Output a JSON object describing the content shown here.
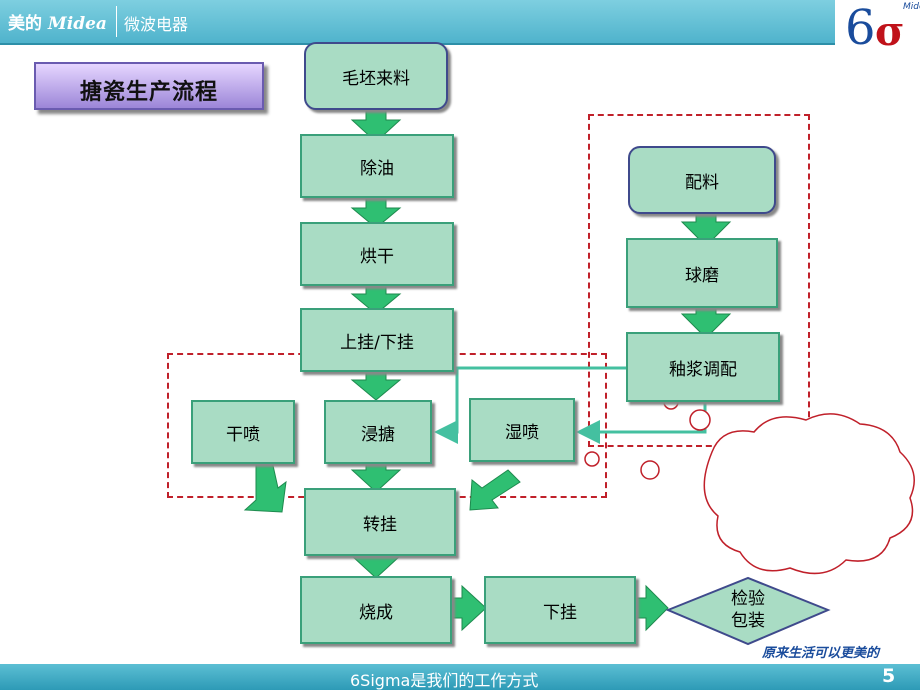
{
  "header": {
    "brand": "美的",
    "brand_mark": "Midea",
    "department": "微波电器",
    "logo": "6σ",
    "logo_brand": "Midea"
  },
  "title": "搪瓷生产流程",
  "nodes": {
    "maopi": "毛坯来料",
    "chuyou": "除油",
    "honggan": "烘干",
    "guagua": "上挂/下挂",
    "ganpen": "干喷",
    "jintang": "浸搪",
    "shipen": "湿喷",
    "zhuangua": "转挂",
    "shaocheng": "烧成",
    "xiagua": "下挂",
    "jianyan_line1": "检验",
    "jianyan_line2": "包装",
    "peiliao": "配料",
    "qiumo": "球磨",
    "youjiang": "釉浆调配"
  },
  "tagline": "原来生活可以更美的",
  "footer": {
    "slogan": "6Sigma是我们的工作方式",
    "page": "5"
  },
  "colors": {
    "node_fill": "#a9dcc4",
    "node_border": "#3aa07a",
    "arrow": "#2fbf72",
    "connector": "#44c0a0",
    "dashed": "#c0202a",
    "title_fill": "#b8a6ec"
  }
}
